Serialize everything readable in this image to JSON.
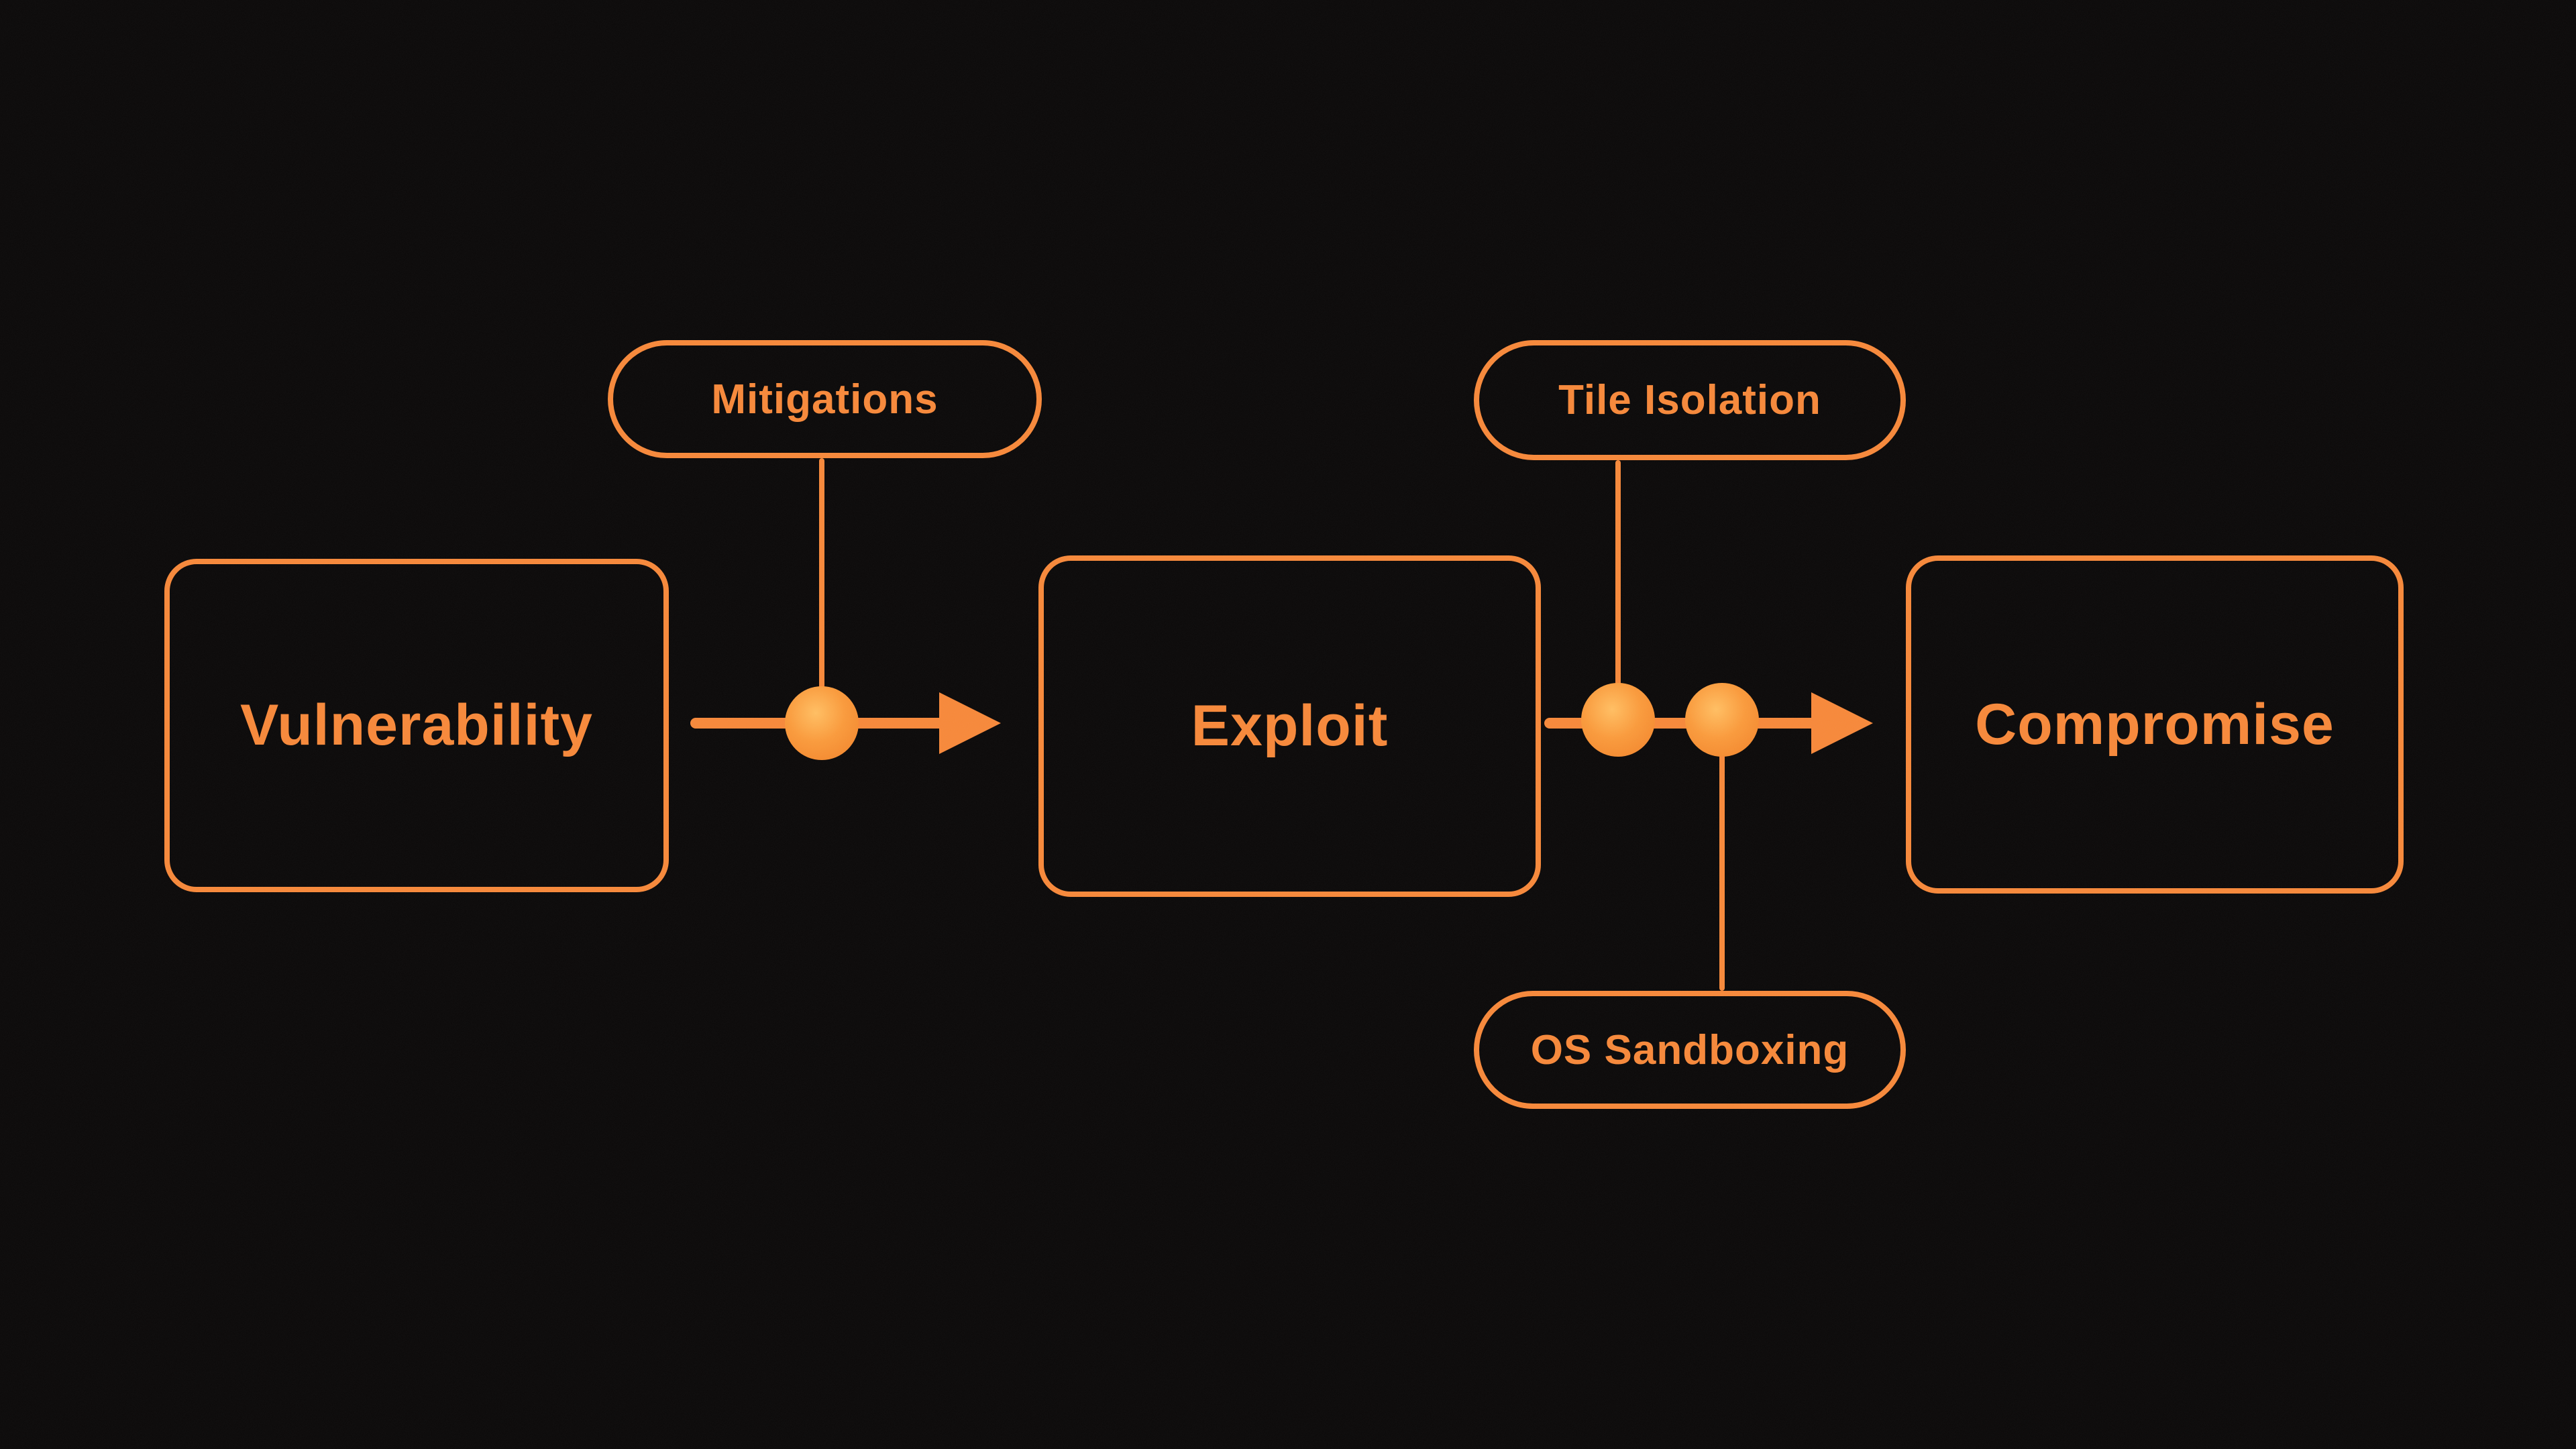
{
  "colors": {
    "accent": "#F6883A",
    "background": "#0B0909",
    "dot_highlight": "#FFBE62"
  },
  "diagram_type": "attack-chain-flow",
  "nodes": {
    "vulnerability": {
      "label": "Vulnerability"
    },
    "exploit": {
      "label": "Exploit"
    },
    "compromise": {
      "label": "Compromise"
    }
  },
  "tags": {
    "mitigations": {
      "label": "Mitigations",
      "position": "top",
      "blocks": "vulnerability-to-exploit"
    },
    "tile_isolation": {
      "label": "Tile Isolation",
      "position": "top",
      "blocks": "exploit-to-compromise"
    },
    "os_sandboxing": {
      "label": "OS Sandboxing",
      "position": "bottom",
      "blocks": "exploit-to-compromise"
    }
  }
}
